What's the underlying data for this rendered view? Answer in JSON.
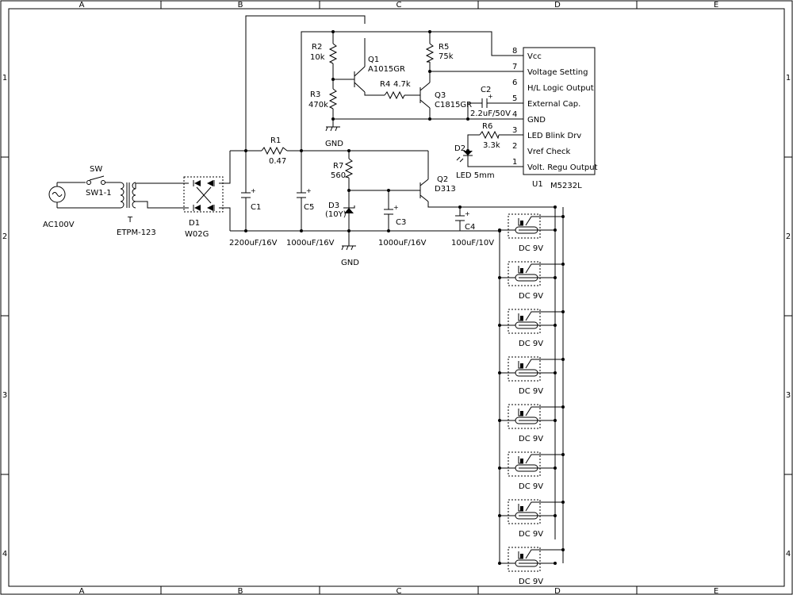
{
  "colors": {
    "line": "#000000",
    "background": "#ffffff"
  },
  "frame": {
    "cols": [
      "A",
      "B",
      "C",
      "D",
      "E"
    ],
    "rows": [
      "1",
      "2",
      "3",
      "4"
    ]
  },
  "components": {
    "ac": {
      "label": "AC100V"
    },
    "sw": {
      "ref": "SW",
      "value": "SW1-1"
    },
    "t": {
      "ref": "T",
      "value": "ETPM-123"
    },
    "d1": {
      "ref": "D1",
      "value": "W02G"
    },
    "c1": {
      "ref": "C1",
      "value": "2200uF/16V"
    },
    "r1": {
      "ref": "R1",
      "value": "0.47"
    },
    "c5": {
      "ref": "C5",
      "value": "1000uF/16V"
    },
    "r2": {
      "ref": "R2",
      "value": "10k"
    },
    "r3": {
      "ref": "R3",
      "value": "470k"
    },
    "q1": {
      "ref": "Q1",
      "value": "A1015GR"
    },
    "r4": {
      "ref": "R4",
      "value": "4.7k"
    },
    "r5": {
      "ref": "R5",
      "value": "75k"
    },
    "q3": {
      "ref": "Q3",
      "value": "C1815GR"
    },
    "c2": {
      "ref": "C2",
      "value": "2.2uF/50V"
    },
    "r6": {
      "ref": "R6",
      "value": "3.3k"
    },
    "d2": {
      "ref": "D2",
      "value": "LED 5mm"
    },
    "r7": {
      "ref": "R7",
      "value": "560"
    },
    "d3": {
      "ref": "D3",
      "value": "(10Y)"
    },
    "q2": {
      "ref": "Q2",
      "value": "D313"
    },
    "c3": {
      "ref": "C3",
      "value": "1000uF/16V"
    },
    "c4": {
      "ref": "C4",
      "value": "100uF/10V"
    },
    "gnd": {
      "label": "GND"
    },
    "u1": {
      "ref": "U1",
      "value": "M5232L",
      "pins": [
        {
          "num": "8",
          "name": "Vcc"
        },
        {
          "num": "7",
          "name": "Voltage Setting"
        },
        {
          "num": "6",
          "name": "H/L Logic Output"
        },
        {
          "num": "5",
          "name": "External Cap."
        },
        {
          "num": "4",
          "name": "GND"
        },
        {
          "num": "3",
          "name": "LED Blink Drv"
        },
        {
          "num": "2",
          "name": "Vref Check"
        },
        {
          "num": "1",
          "name": "Volt. Regu Output"
        }
      ]
    },
    "jacks": {
      "label": "DC 9V",
      "items": [
        {
          "label": "DC 9V"
        },
        {
          "label": "DC 9V"
        },
        {
          "label": "DC 9V"
        },
        {
          "label": "DC 9V"
        },
        {
          "label": "DC 9V"
        },
        {
          "label": "DC 9V"
        },
        {
          "label": "DC 9V"
        },
        {
          "label": "DC 9V"
        }
      ]
    }
  }
}
